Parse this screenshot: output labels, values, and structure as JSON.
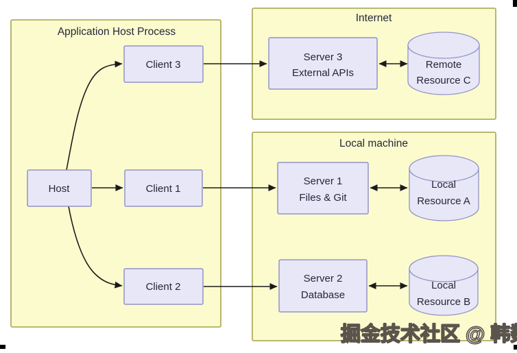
{
  "groups": {
    "app_host_process": {
      "label": "Application Host Process"
    },
    "internet": {
      "label": "Internet"
    },
    "local_machine": {
      "label": "Local machine"
    }
  },
  "nodes": {
    "host": {
      "label": "Host"
    },
    "client3": {
      "label": "Client 3"
    },
    "client1": {
      "label": "Client 1"
    },
    "client2": {
      "label": "Client 2"
    },
    "server3": {
      "line1": "Server 3",
      "line2": "External APIs"
    },
    "server1": {
      "line1": "Server 1",
      "line2": "Files & Git"
    },
    "server2": {
      "line1": "Server 2",
      "line2": "Database"
    },
    "resource_c": {
      "line1": "Remote",
      "line2": "Resource C"
    },
    "resource_a": {
      "line1": "Local",
      "line2": "Resource A"
    },
    "resource_b": {
      "line1": "Local",
      "line2": "Resource B"
    }
  },
  "edges": [
    {
      "from": "host",
      "to": "client3",
      "type": "arrow"
    },
    {
      "from": "host",
      "to": "client1",
      "type": "arrow"
    },
    {
      "from": "host",
      "to": "client2",
      "type": "arrow"
    },
    {
      "from": "client3",
      "to": "server3",
      "type": "arrow"
    },
    {
      "from": "client1",
      "to": "server1",
      "type": "arrow"
    },
    {
      "from": "client2",
      "to": "server2",
      "type": "arrow"
    },
    {
      "from": "server3",
      "to": "resource_c",
      "type": "double-arrow"
    },
    {
      "from": "server1",
      "to": "resource_a",
      "type": "double-arrow"
    },
    {
      "from": "server2",
      "to": "resource_b",
      "type": "double-arrow"
    }
  ],
  "watermark": "掘金技术社区 @ 韩数",
  "colors": {
    "group_fill": "#fbfbce",
    "group_border": "#aeae62",
    "node_fill": "#e7e7f8",
    "node_border": "#9393c6",
    "arrow": "#1b1b1b",
    "text": "#26263a",
    "watermark_fill": "#ffffff",
    "watermark_outline": "#5a544c"
  }
}
